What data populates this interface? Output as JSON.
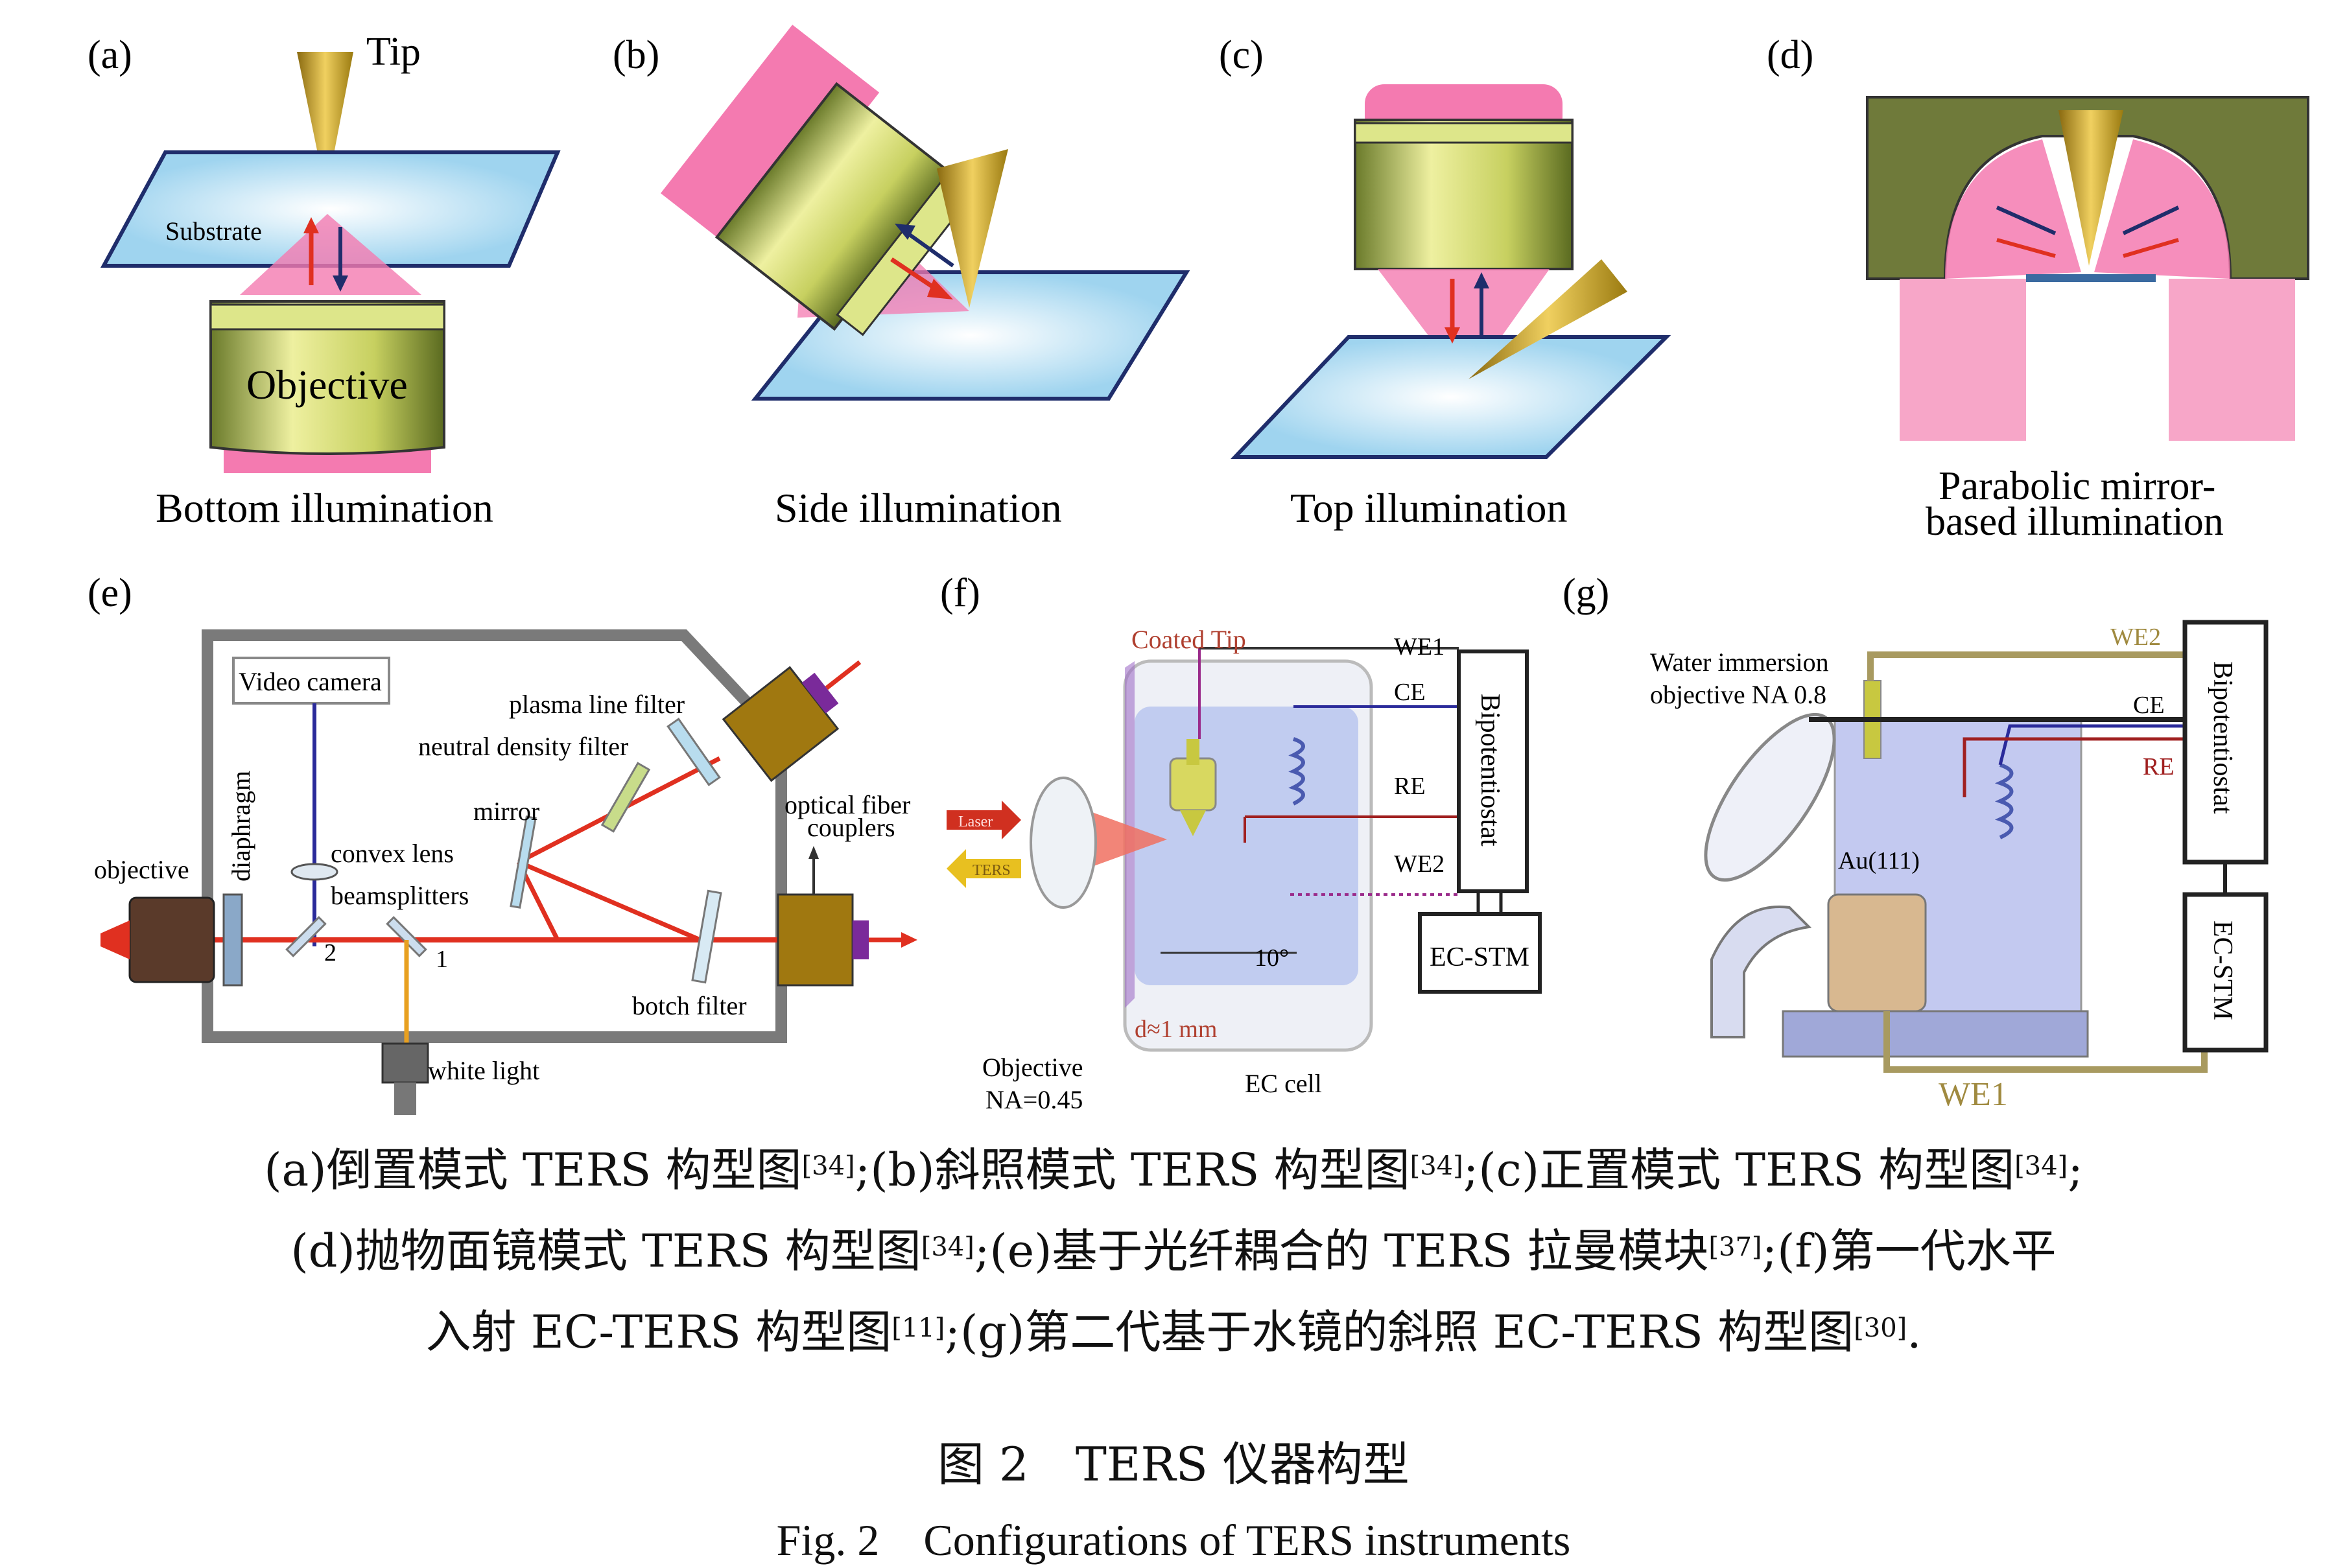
{
  "panels": {
    "a": {
      "letter": "(a)",
      "tip": "Tip",
      "substrate": "Substrate",
      "objective": "Objective",
      "caption": "Bottom illumination"
    },
    "b": {
      "letter": "(b)",
      "caption": "Side illumination"
    },
    "c": {
      "letter": "(c)",
      "caption": "Top illumination"
    },
    "d": {
      "letter": "(d)",
      "caption_line1": "Parabolic mirror-",
      "caption_line2": "based illumination"
    },
    "e": {
      "letter": "(e)",
      "video_camera": "Video camera",
      "plasma_line_filter": "plasma line filter",
      "neutral_density_filter": "neutral density filter",
      "mirror": "mirror",
      "optical_fiber_line1": "optical fiber",
      "optical_fiber_line2": "couplers",
      "convex_lens": "convex lens",
      "beamsplitters": "beamsplitters",
      "objective": "objective",
      "diaphragm": "diaphragm",
      "bs_2": "2",
      "bs_1": "1",
      "botch_filter": "botch filter",
      "white_light": "white light"
    },
    "f": {
      "letter": "(f)",
      "coated_tip": "Coated Tip",
      "we1": "WE1",
      "ce": "CE",
      "re": "RE",
      "we2": "WE2",
      "bipotentiostat": "Bipotentiostat",
      "ec_stm": "EC-STM",
      "laser": "Laser",
      "ters": "TERS",
      "angle": "10°",
      "distance": "d≈1 mm",
      "objective_line1": "Objective",
      "objective_line2": "NA=0.45",
      "ec_cell": "EC cell"
    },
    "g": {
      "letter": "(g)",
      "water_line1": "Water immersion",
      "water_line2": "objective NA 0.8",
      "we2": "WE2",
      "ce": "CE",
      "re": "RE",
      "bipotentiostat": "Bipotentiostat",
      "ec_stm": "EC-STM",
      "au": "Au(111)",
      "we1": "WE1"
    }
  },
  "caption": {
    "line1": [
      {
        "t": "(a)倒置模式 TERS 构型图"
      },
      {
        "s": "[34]"
      },
      {
        "t": ";(b)斜照模式 TERS 构型图"
      },
      {
        "s": "[34]"
      },
      {
        "t": ";(c)正置模式 TERS 构型图"
      },
      {
        "s": "[34]"
      },
      {
        "t": ";"
      }
    ],
    "line2": [
      {
        "t": "(d)抛物面镜模式 TERS 构型图"
      },
      {
        "s": "[34]"
      },
      {
        "t": ";(e)基于光纤耦合的 TERS 拉曼模块"
      },
      {
        "s": "[37]"
      },
      {
        "t": ";(f)第一代水平"
      }
    ],
    "line3": [
      {
        "t": "入射 EC-TERS 构型图"
      },
      {
        "s": "[11]"
      },
      {
        "t": ";(g)第二代基于水镜的斜照 EC-TERS 构型图"
      },
      {
        "s": "[30]"
      },
      {
        "t": "."
      }
    ]
  },
  "figure_title_cn": "图 2　TERS 仪器构型",
  "figure_title_en": "Fig. 2　Configurations of TERS instruments",
  "colors": {
    "pink": "#f47ab0",
    "olive": "#6f7a3a",
    "gold": "#c9a020",
    "substrate": "#a7d8f0",
    "red": "#e03020",
    "navy": "#1f2d6b",
    "frame": "#7a7a7a"
  }
}
